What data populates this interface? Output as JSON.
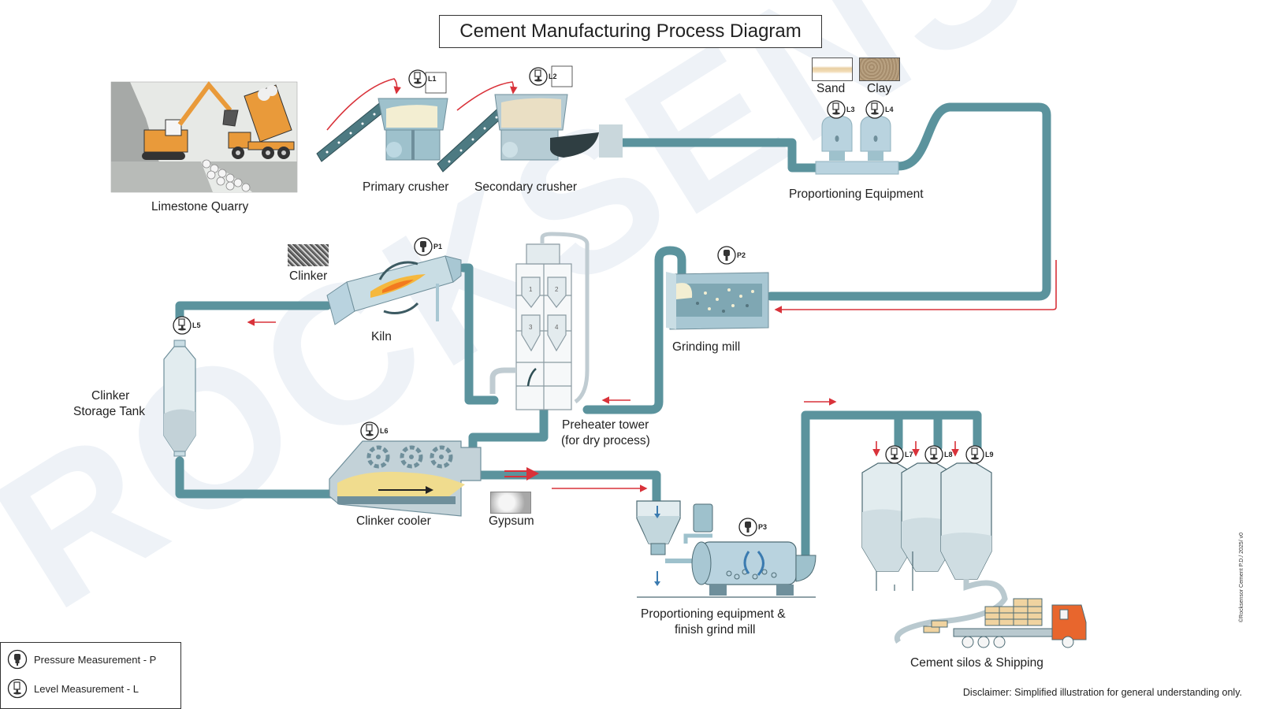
{
  "title": "Cement Manufacturing Process Diagram",
  "watermark": "ROCKSENSOR",
  "stages": {
    "quarry": "Limestone Quarry",
    "primary_crusher": "Primary crusher",
    "secondary_crusher": "Secondary crusher",
    "sand": "Sand",
    "clay": "Clay",
    "proportioning": "Proportioning Equipment",
    "grinding_mill": "Grinding mill",
    "preheater_line1": "Preheater tower",
    "preheater_line2": "(for dry process)",
    "kiln": "Kiln",
    "clinker": "Clinker",
    "clinker_storage_line1": "Clinker",
    "clinker_storage_line2": "Storage Tank",
    "clinker_cooler": "Clinker cooler",
    "gypsum": "Gypsum",
    "finish_mill_line1": "Proportioning equipment &",
    "finish_mill_line2": "finish grind mill",
    "silos": "Cement silos & Shipping"
  },
  "sensors": {
    "L1": "L1",
    "L2": "L2",
    "L3": "L3",
    "L4": "L4",
    "L5": "L5",
    "L6": "L6",
    "L7": "L7",
    "L8": "L8",
    "L9": "L9",
    "P1": "P1",
    "P2": "P2",
    "P3": "P3"
  },
  "preheater_cyclones": [
    "1",
    "2",
    "3",
    "4"
  ],
  "legend": {
    "pressure": "Pressure Measurement - P",
    "level": "Level Measurement - L"
  },
  "disclaimer": "Disclaimer: Simplified illustration for general understanding only.",
  "copyright": "©Rocksensor Cement P.D./ 2025/ v0",
  "colors": {
    "pipe": "#5b939d",
    "equipment": "#b9d3df",
    "equipment_dark": "#6f8f9b",
    "flow_arrow": "#d9323a",
    "truck": "#e8662d",
    "excavator": "#e99a3a",
    "material": "#f0dc8e"
  }
}
